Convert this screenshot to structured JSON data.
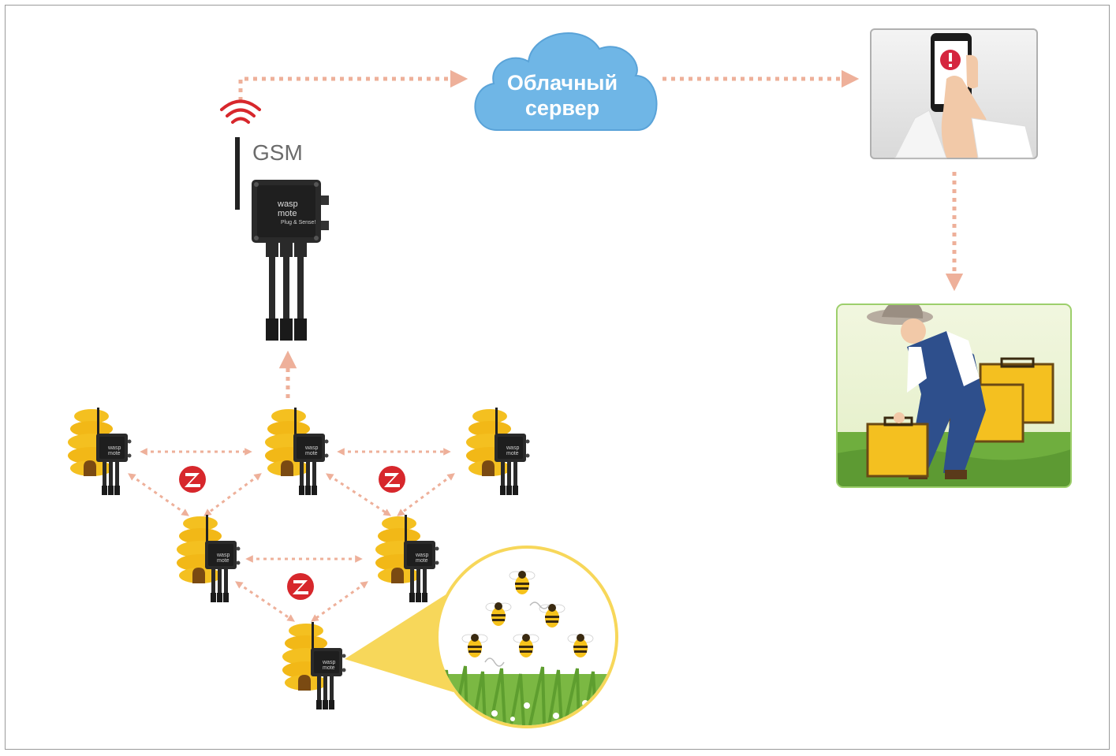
{
  "cloud": {
    "line1": "Облачный",
    "line2": "сервер"
  },
  "gateway": {
    "label": "GSM",
    "logo_top": "wasp",
    "logo_bottom": "mote",
    "tagline": "Plug & Sense!"
  },
  "icons": {
    "wifi": "wifi-signal-icon",
    "zigbee": "zigbee-icon",
    "alert": "exclamation-alert-icon"
  },
  "colors": {
    "arrow": "#eeb09a",
    "cloud": "#6fb6e6",
    "hive": "#f4c020",
    "device": "#2a2a2a",
    "zigbee": "#d7272c",
    "alert": "#d5263f",
    "grass": "#7bb843"
  }
}
